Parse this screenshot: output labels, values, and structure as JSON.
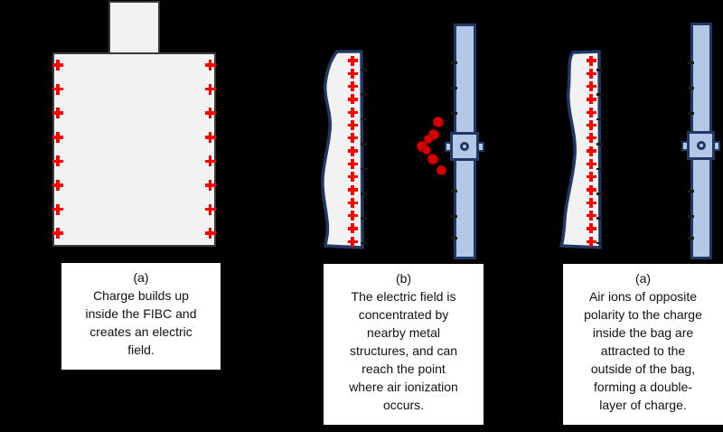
{
  "colors": {
    "background": "#000000",
    "bag_fill": "#f2f2f2",
    "bag_outline_gray": "#3a3a3a",
    "navy_outline": "#1f3864",
    "bar_fill": "#b4c7e7",
    "plus_red": "#fe0000",
    "ion_red": "#d60000",
    "ion_dark": "#a00000",
    "minus_ink": "#1a1a1a",
    "caption_bg": "#ffffff",
    "caption_text": "#111111"
  },
  "panels": [
    {
      "name": "charge-buildup",
      "caption_label": "(a)",
      "caption_text": "Charge builds up\ninside the FIBC and\ncreates an electric\nfield.",
      "plus_marks": {
        "left_column": 8,
        "right_column": 8
      }
    },
    {
      "name": "field-concentration",
      "caption_label": "(b)",
      "caption_text": "The electric field is\nconcentrated by\nnearby metal\nstructures, and can\nreach the point\nwhere air ionization\noccurs.",
      "plus_marks": {
        "column": 15
      },
      "ion_dots": [
        [
          484,
          134,
          10
        ],
        [
          479,
          148,
          10
        ],
        [
          473,
          153,
          8
        ],
        [
          466,
          161,
          10
        ],
        [
          471,
          165,
          8
        ],
        [
          478,
          175,
          10
        ],
        [
          487,
          187,
          9
        ]
      ]
    },
    {
      "name": "double-layer",
      "caption_label": "(a)",
      "caption_text": "Air ions of opposite\npolarity to the charge\ninside the bag are\nattracted to the\noutside of the bag,\nforming a double-\nlayer of charge.",
      "plus_marks": {
        "column": 15
      }
    }
  ]
}
